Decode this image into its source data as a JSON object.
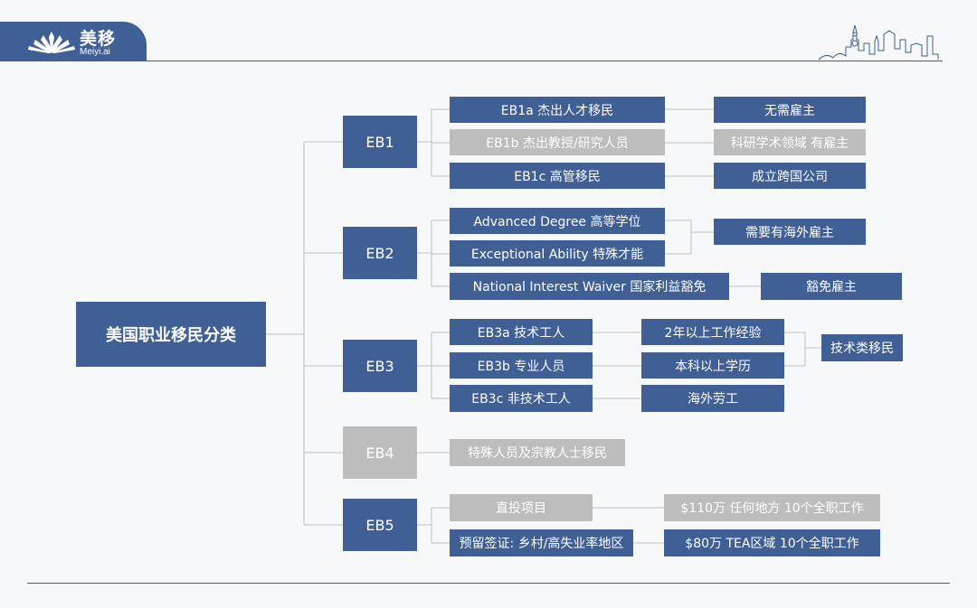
{
  "brand": {
    "name_cn": "美移",
    "name_en": "Meiyi.ai"
  },
  "colors": {
    "blue": "#3f5f95",
    "gray": "#bdbdbd",
    "line": "#bfbfbf"
  },
  "diagram": {
    "root": "美国职业移民分类",
    "eb1": {
      "label": "EB1",
      "a": "EB1a 杰出人才移民",
      "b": "EB1b 杰出教授/研究人员",
      "c": "EB1c 高管移民",
      "a_note": "无需雇主",
      "b_note": "科研学术领域 有雇主",
      "c_note": "成立跨国公司"
    },
    "eb2": {
      "label": "EB2",
      "advanced": "Advanced Degree 高等学位",
      "exceptional": "Exceptional Ability 特殊才能",
      "niw": "National Interest Waiver 国家利益豁免",
      "employer_note": "需要有海外雇主",
      "niw_note": "豁免雇主"
    },
    "eb3": {
      "label": "EB3",
      "a": "EB3a 技术工人",
      "b": "EB3b 专业人员",
      "c": "EB3c 非技术工人",
      "a_req": "2年以上工作经验",
      "b_req": "本科以上学历",
      "c_req": "海外劳工",
      "skilled_note": "技术类移民"
    },
    "eb4": {
      "label": "EB4",
      "desc": "特殊人员及宗教人士移民"
    },
    "eb5": {
      "label": "EB5",
      "direct": "直投项目",
      "reserved": "预留签证: 乡村/高失业率地区",
      "direct_note": "$110万 任何地方 10个全职工作",
      "reserved_note": "$80万 TEA区域 10个全职工作"
    }
  }
}
